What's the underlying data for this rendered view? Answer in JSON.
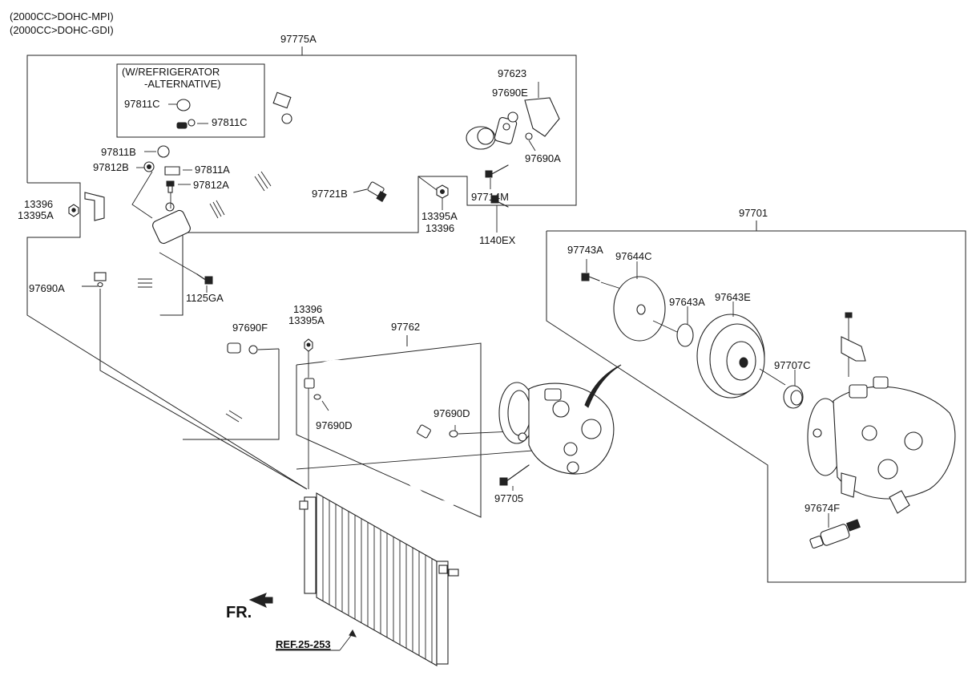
{
  "header": {
    "engine_line_1": "(2000CC>DOHC-MPI)",
    "engine_line_2": "(2000CC>DOHC-GDI)"
  },
  "sub_box": {
    "title_line_1": "(W/REFRIGERATOR",
    "title_line_2": "-ALTERNATIVE)"
  },
  "labels": {
    "p97775A": "97775A",
    "p97811C_a": "97811C",
    "p97811C_b": "97811C",
    "p97623": "97623",
    "p97690E": "97690E",
    "p97690A_top": "97690A",
    "p97811B": "97811B",
    "p97812B": "97812B",
    "p97811A": "97811A",
    "p97812A": "97812A",
    "p97721B": "97721B",
    "p97714M": "97714M",
    "p13396_a": "13396",
    "p13395A_a": "13395A",
    "p13395A_b": "13395A",
    "p13396_b": "13396",
    "p1140EX": "1140EX",
    "p97701": "97701",
    "p97743A": "97743A",
    "p97644C": "97644C",
    "p97643A": "97643A",
    "p97643E": "97643E",
    "p97707C": "97707C",
    "p97674F": "97674F",
    "p97690A_left": "97690A",
    "p1125GA": "1125GA",
    "p13396_c": "13396",
    "p13395A_c": "13395A",
    "p97762": "97762",
    "p97690F": "97690F",
    "p97690D_a": "97690D",
    "p97690D_b": "97690D",
    "p97705": "97705"
  },
  "fr_label": "FR.",
  "ref_label": "REF.25-253"
}
